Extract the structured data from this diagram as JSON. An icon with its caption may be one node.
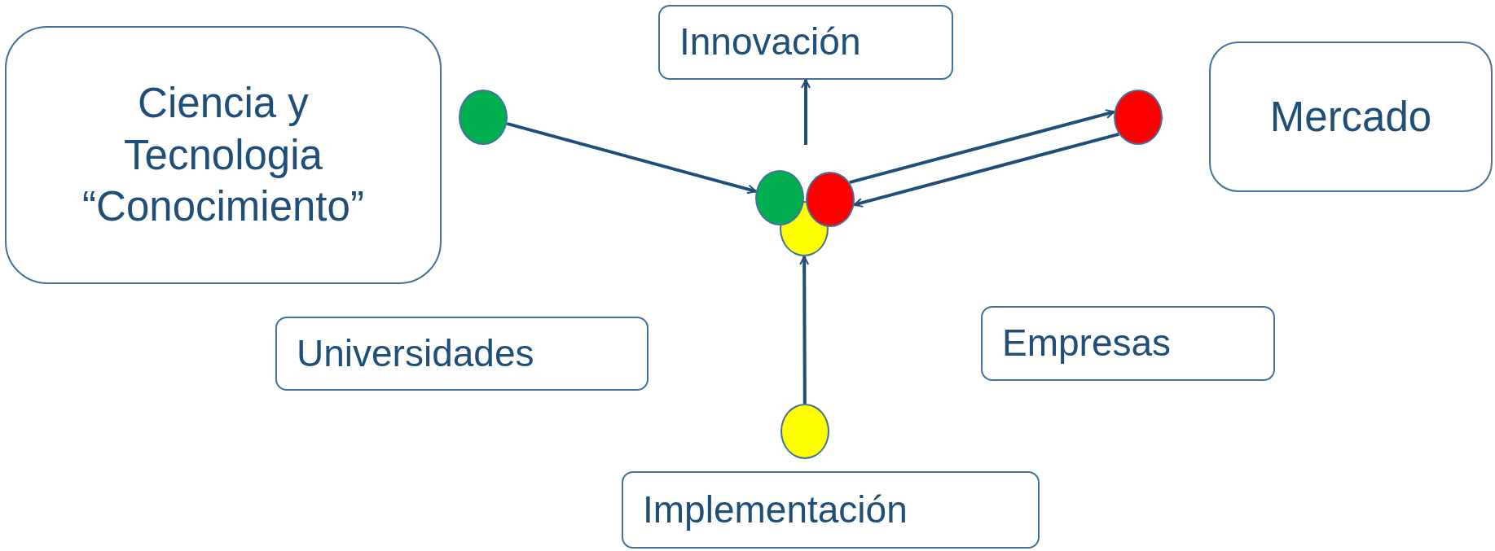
{
  "diagram": {
    "nodes": [
      {
        "text": [
          "Ciencia y Tecnologia “Conocimiento”"
        ]
      },
      {
        "text": [
          "Innovación"
        ]
      },
      {
        "text": [
          "Mercado"
        ]
      },
      {
        "text": [],
        "shape": "circle"
      },
      {
        "text": [],
        "shape": "circle"
      },
      {
        "text": [],
        "shape": "circle"
      },
      {
        "text": [],
        "shape": "circle"
      },
      {
        "text": [],
        "shape": "circle"
      },
      {
        "text": [
          "Universidades"
        ]
      },
      {
        "text": [
          "Empresas"
        ]
      },
      {
        "text": [],
        "shape": "circle"
      },
      {
        "text": [
          "Implementación"
        ]
      }
    ],
    "edges": [
      {
        "from": 3,
        "to": 5,
        "arrow": "to"
      },
      {
        "from": null,
        "to": 1,
        "arrow": "to"
      },
      {
        "from": 4,
        "to": 6,
        "arrow": "to"
      },
      {
        "from": 6,
        "to": 4,
        "arrow": "to"
      },
      {
        "from": 10,
        "to": 7,
        "arrow": "to"
      }
    ]
  }
}
